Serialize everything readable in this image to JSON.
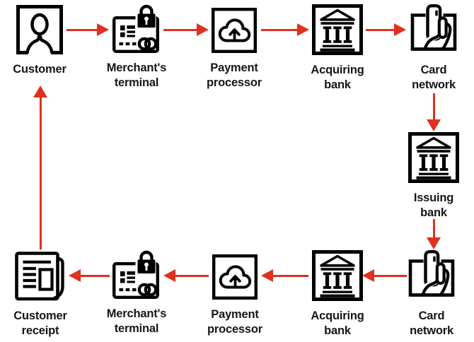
{
  "diagram": {
    "description": "Card payment authorization flow loop",
    "colors": {
      "arrow": "#e0301e",
      "icon": "#000000",
      "label": "#161616",
      "background": "#ffffff"
    },
    "nodes": [
      {
        "id": "customer",
        "label": "Customer",
        "icon": "person-icon"
      },
      {
        "id": "merchant-terminal-top",
        "label": "Merchant's\nterminal",
        "icon": "payment-terminal-icon"
      },
      {
        "id": "payment-processor-top",
        "label": "Payment\nprocessor",
        "icon": "cloud-upload-icon"
      },
      {
        "id": "acquiring-bank-top",
        "label": "Acquiring\nbank",
        "icon": "bank-icon"
      },
      {
        "id": "card-network-top",
        "label": "Card\nnetwork",
        "icon": "card-in-hand-icon"
      },
      {
        "id": "issuing-bank",
        "label": "Issuing\nbank",
        "icon": "bank-icon"
      },
      {
        "id": "card-network-bottom",
        "label": "Card\nnetwork",
        "icon": "card-in-hand-icon"
      },
      {
        "id": "acquiring-bank-bottom",
        "label": "Acquiring\nbank",
        "icon": "bank-icon"
      },
      {
        "id": "payment-processor-bottom",
        "label": "Payment\nprocessor",
        "icon": "cloud-upload-icon"
      },
      {
        "id": "merchant-terminal-bottom",
        "label": "Merchant's\nterminal",
        "icon": "payment-terminal-icon"
      },
      {
        "id": "customer-receipt",
        "label": "Customer\nreceipt",
        "icon": "receipt-icon"
      }
    ],
    "edges": [
      {
        "from": "Customer",
        "to": "Merchant's terminal",
        "direction": "right"
      },
      {
        "from": "Merchant's terminal",
        "to": "Payment processor",
        "direction": "right"
      },
      {
        "from": "Payment processor",
        "to": "Acquiring bank",
        "direction": "right"
      },
      {
        "from": "Acquiring bank",
        "to": "Card network",
        "direction": "right"
      },
      {
        "from": "Card network",
        "to": "Issuing bank",
        "direction": "down"
      },
      {
        "from": "Issuing bank",
        "to": "Card network",
        "direction": "down"
      },
      {
        "from": "Card network",
        "to": "Acquiring bank",
        "direction": "left"
      },
      {
        "from": "Acquiring bank",
        "to": "Payment processor",
        "direction": "left"
      },
      {
        "from": "Payment processor",
        "to": "Merchant's terminal",
        "direction": "left"
      },
      {
        "from": "Merchant's terminal",
        "to": "Customer receipt",
        "direction": "left"
      },
      {
        "from": "Customer receipt",
        "to": "Customer",
        "direction": "up"
      }
    ]
  }
}
